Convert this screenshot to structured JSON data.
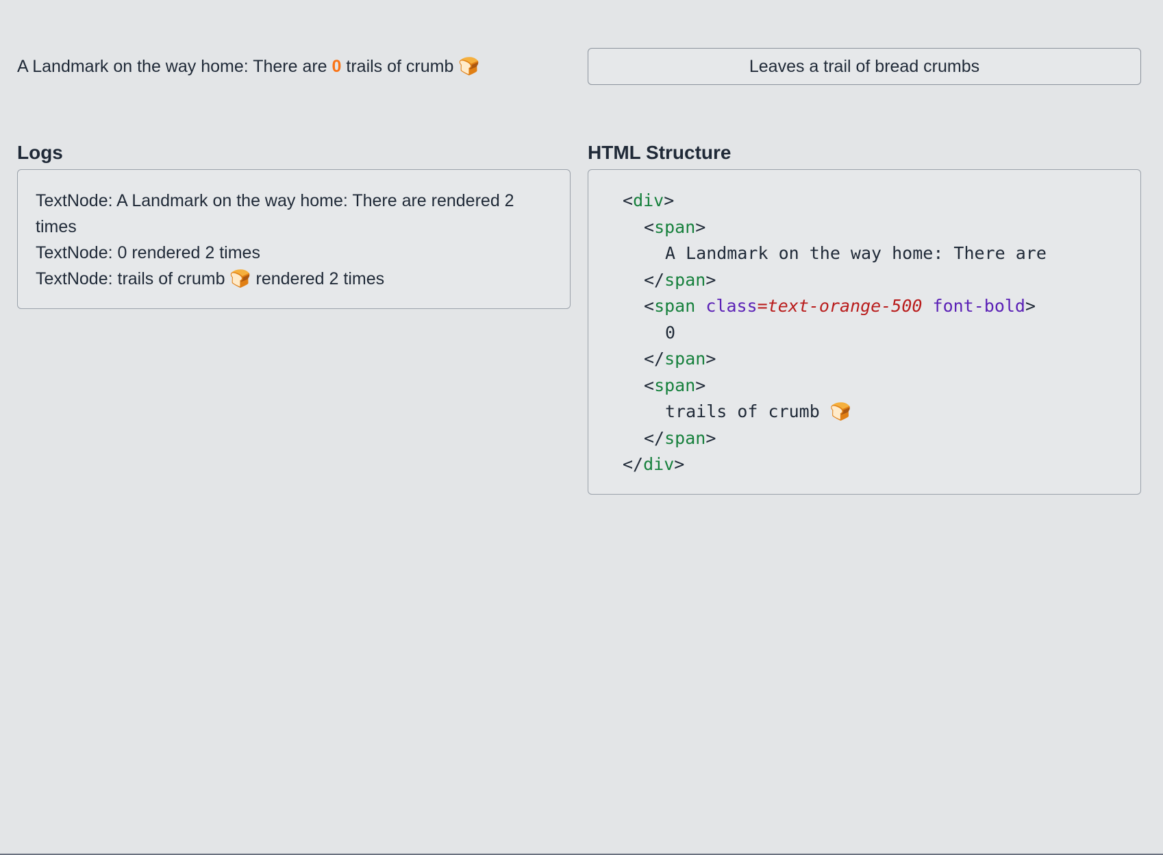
{
  "landmark": {
    "prefix": "A Landmark on the way home: There are",
    "count": "0",
    "suffix": "trails of crumb",
    "emoji": "🍞"
  },
  "button": {
    "label": "Leaves a trail of bread crumbs"
  },
  "logs": {
    "title": "Logs",
    "lines": [
      "TextNode: A Landmark on the way home: There are rendered 2 times",
      "TextNode: 0 rendered 2 times",
      "TextNode: trails of crumb 🍞 rendered 2 times"
    ]
  },
  "html_structure": {
    "title": "HTML Structure",
    "div_tag": "div",
    "span_tag": "span",
    "class_attr": "class",
    "class_value": "text-orange-500",
    "extra_attr": "font-bold",
    "text_1": "A Landmark on the way home: There are",
    "text_2": "0",
    "text_3": "trails of crumb 🍞"
  },
  "colors": {
    "background": "#e3e5e7",
    "accent_orange": "#f97316",
    "tag_green": "#16803c",
    "attr_purple": "#5b21b6",
    "value_red": "#b91c1c"
  }
}
